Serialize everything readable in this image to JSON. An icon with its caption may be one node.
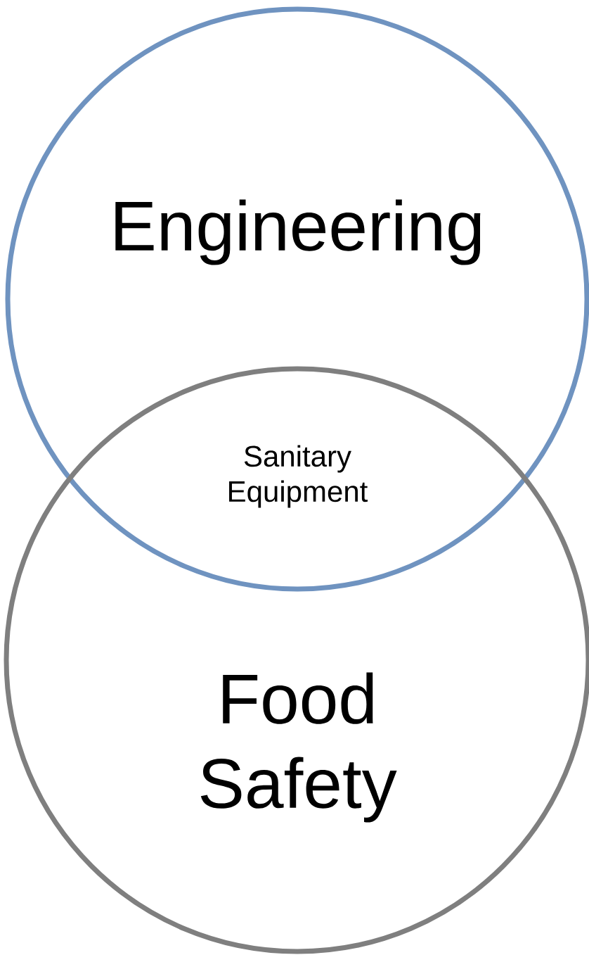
{
  "diagram": {
    "nodes": [
      {
        "text": [
          "Engineering"
        ]
      },
      {
        "text": [
          "Food Safety"
        ]
      }
    ],
    "labels": [
      "Sanitary Equipment"
    ]
  }
}
